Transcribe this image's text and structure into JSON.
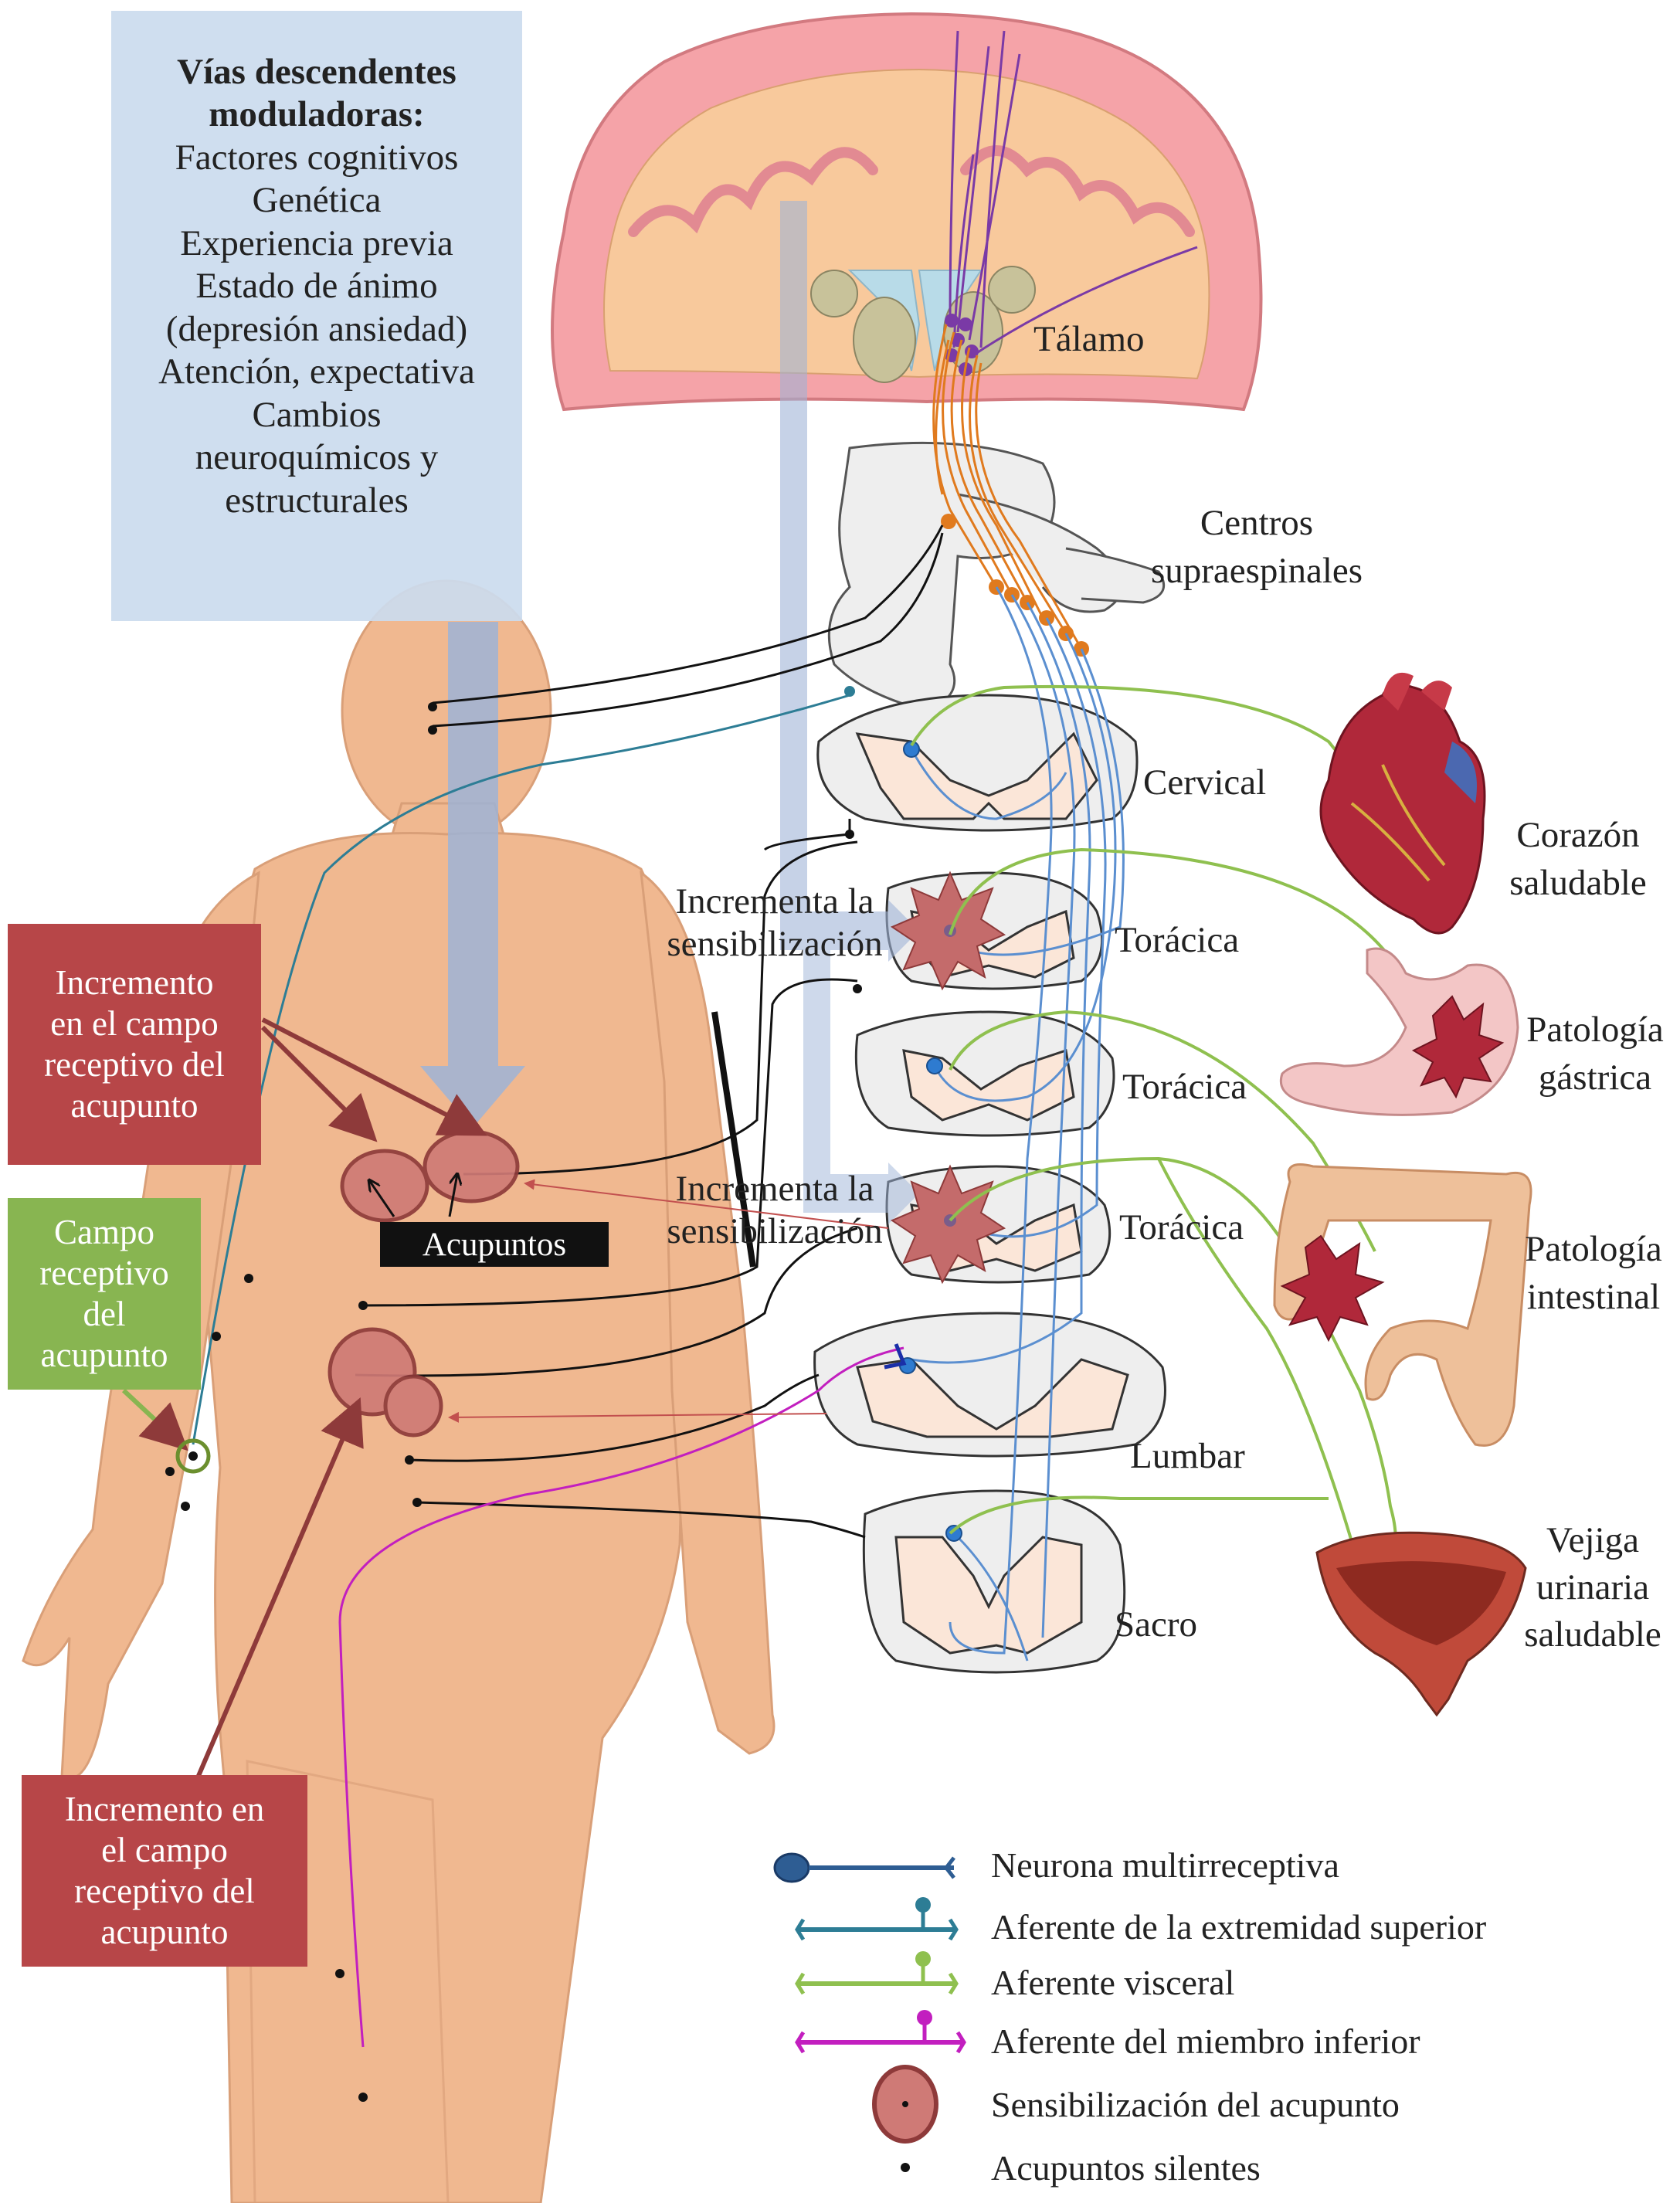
{
  "modulators": {
    "title_line1": "Vías descendentes",
    "title_line2": "moduladoras:",
    "items": [
      "Factores cognitivos",
      "Genética",
      "Experiencia previa",
      "Estado de ánimo",
      "(depresión ansiedad)",
      "Atención, expectativa",
      "Cambios",
      "neuroquímicos y",
      "estructurales"
    ]
  },
  "left_boxes": {
    "red_top": [
      "Incremento",
      "en el campo",
      "receptivo del",
      "acupunto"
    ],
    "green": [
      "Campo",
      "receptivo",
      "del",
      "acupunto"
    ],
    "red_bottom": [
      "Incremento en",
      "el campo",
      "receptivo del",
      "acupunto"
    ]
  },
  "acupuntos_label": "Acupuntos",
  "brain": {
    "thalamus": "Tálamo",
    "centers": [
      "Centros",
      "supraespinales"
    ]
  },
  "sensitization": [
    "Incrementa la",
    "sensibilización"
  ],
  "segments": {
    "cervical": "Cervical",
    "thoracic": "Torácica",
    "lumbar": "Lumbar",
    "sacral": "Sacro"
  },
  "organs": {
    "heart": [
      "Corazón",
      "saludable"
    ],
    "stomach": [
      "Patología",
      "gástrica"
    ],
    "intestine": [
      "Patología",
      "intestinal"
    ],
    "bladder": [
      "Vejiga",
      "urinaria",
      "saludable"
    ]
  },
  "legend": [
    {
      "icon": "multireceptive-neuron-icon",
      "label": "Neurona multirreceptiva",
      "color": "#2e5d93"
    },
    {
      "icon": "upper-limb-afferent-icon",
      "label": "Aferente de la extremidad superior",
      "color": "#2d7d95"
    },
    {
      "icon": "visceral-afferent-icon",
      "label": "Aferente visceral",
      "color": "#8fc04f"
    },
    {
      "icon": "lower-limb-afferent-icon",
      "label": "Aferente del miembro inferior",
      "color": "#c21fbf"
    },
    {
      "icon": "acupoint-sensitization-icon",
      "label": "Sensibilización del acupunto",
      "color": "#b74648"
    },
    {
      "icon": "silent-acupoint-icon",
      "label": "Acupuntos silentes",
      "color": "#111111"
    }
  ],
  "colors": {
    "skin": "#f0b890",
    "brain": "#f5a3a8",
    "blue_arrow": "#9eb4d7",
    "neuron": "#5b8fd0",
    "orange_tract": "#e07a1e",
    "purple_tract": "#7a3aa6",
    "red_acupoint": "#cf7a76"
  }
}
